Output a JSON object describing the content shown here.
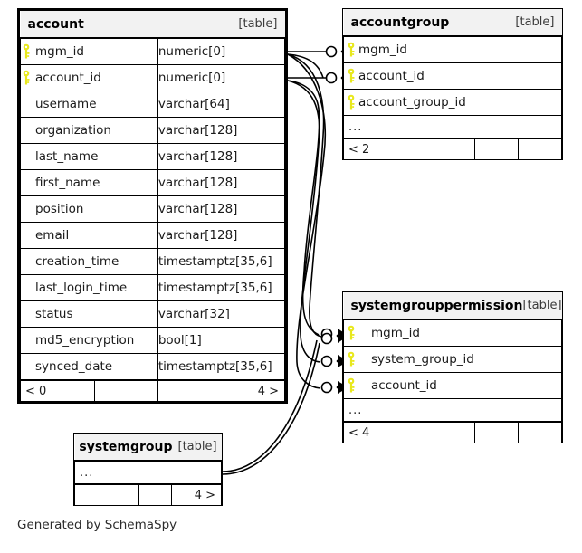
{
  "diagram": {
    "caption": "Generated by SchemaSpy",
    "table_tag": "[table]",
    "ellipsis": "...",
    "key_icon": "key-icon",
    "colors": {
      "key": "#e8e81c",
      "header_bg": "#f2f2f2",
      "border": "#000000",
      "text": "#1a1a1a"
    }
  },
  "tables": [
    {
      "id": "account",
      "name": "account",
      "tag": "[table]",
      "columns": [
        {
          "key": true,
          "name": "mgm_id",
          "type": "numeric[0]"
        },
        {
          "key": true,
          "name": "account_id",
          "type": "numeric[0]"
        },
        {
          "key": false,
          "name": "username",
          "type": "varchar[64]"
        },
        {
          "key": false,
          "name": "organization",
          "type": "varchar[128]"
        },
        {
          "key": false,
          "name": "last_name",
          "type": "varchar[128]"
        },
        {
          "key": false,
          "name": "first_name",
          "type": "varchar[128]"
        },
        {
          "key": false,
          "name": "position",
          "type": "varchar[128]"
        },
        {
          "key": false,
          "name": "email",
          "type": "varchar[128]"
        },
        {
          "key": false,
          "name": "creation_time",
          "type": "timestamptz[35,6]"
        },
        {
          "key": false,
          "name": "last_login_time",
          "type": "timestamptz[35,6]"
        },
        {
          "key": false,
          "name": "status",
          "type": "varchar[32]"
        },
        {
          "key": false,
          "name": "md5_encryption",
          "type": "bool[1]"
        },
        {
          "key": false,
          "name": "synced_date",
          "type": "timestamptz[35,6]"
        }
      ],
      "footer": {
        "left": "< 0",
        "middle": "",
        "right": "4 >"
      }
    },
    {
      "id": "accountgroup",
      "name": "accountgroup",
      "tag": "[table]",
      "columns": [
        {
          "key": true,
          "name": "mgm_id",
          "type": ""
        },
        {
          "key": true,
          "name": "account_id",
          "type": ""
        },
        {
          "key": true,
          "name": "account_group_id",
          "type": ""
        }
      ],
      "has_ellipsis": true,
      "footer": {
        "left": "< 2",
        "middle": "",
        "right": ""
      }
    },
    {
      "id": "systemgrouppermission",
      "name": "systemgrouppermission",
      "tag": "[table]",
      "columns": [
        {
          "key": true,
          "name": "mgm_id",
          "type": ""
        },
        {
          "key": true,
          "name": "system_group_id",
          "type": ""
        },
        {
          "key": true,
          "name": "account_id",
          "type": ""
        }
      ],
      "has_ellipsis": true,
      "footer": {
        "left": "< 4",
        "middle": "",
        "right": ""
      }
    },
    {
      "id": "systemgroup",
      "name": "systemgroup",
      "tag": "[table]",
      "columns": [],
      "has_ellipsis": true,
      "footer": {
        "left": "",
        "middle": "",
        "right": "4 >"
      }
    }
  ]
}
